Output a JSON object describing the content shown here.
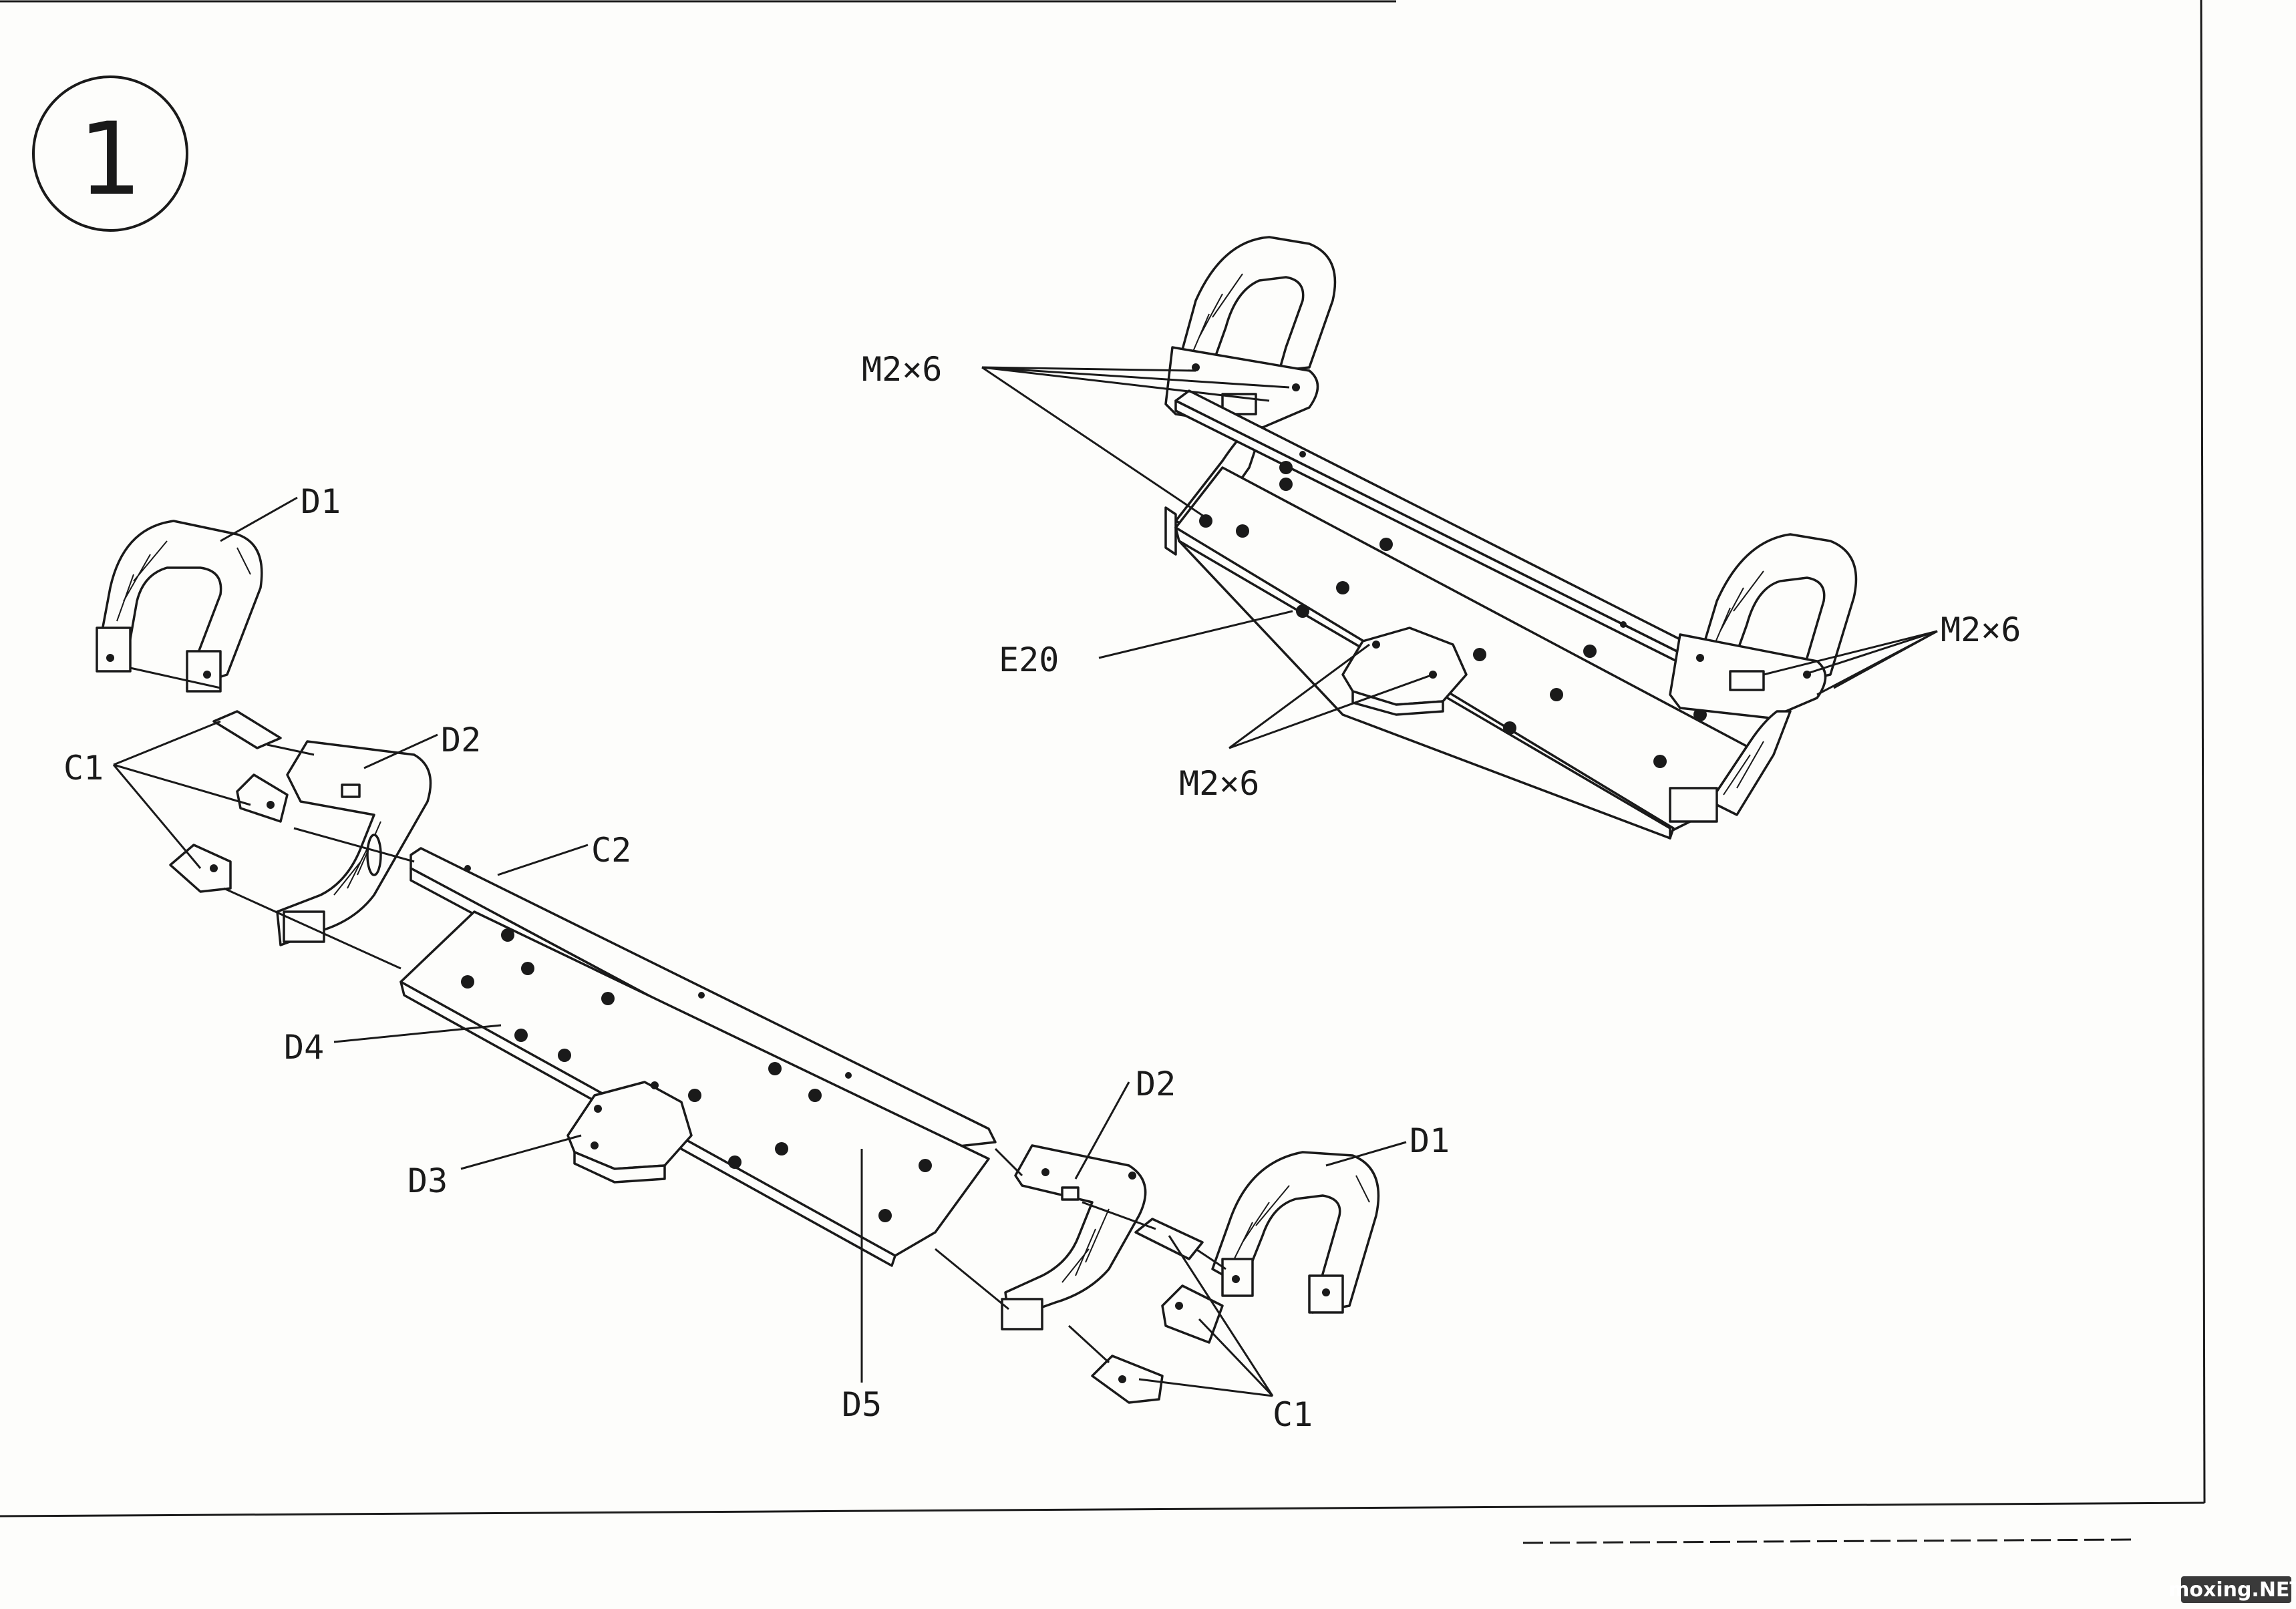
{
  "step": {
    "number": "1"
  },
  "labels": {
    "d1_left": "D1",
    "d1_right": "D1",
    "d2_left": "D2",
    "d2_right": "D2",
    "c1_left": "C1",
    "c1_right": "C1",
    "c2": "C2",
    "d3": "D3",
    "d4": "D4",
    "d5": "D5",
    "e20": "E20",
    "m2x6_top": "M2×6",
    "m2x6_right": "M2×6",
    "m2x6_bottom": "M2×6"
  },
  "watermark": {
    "text": "moxing.NET"
  }
}
